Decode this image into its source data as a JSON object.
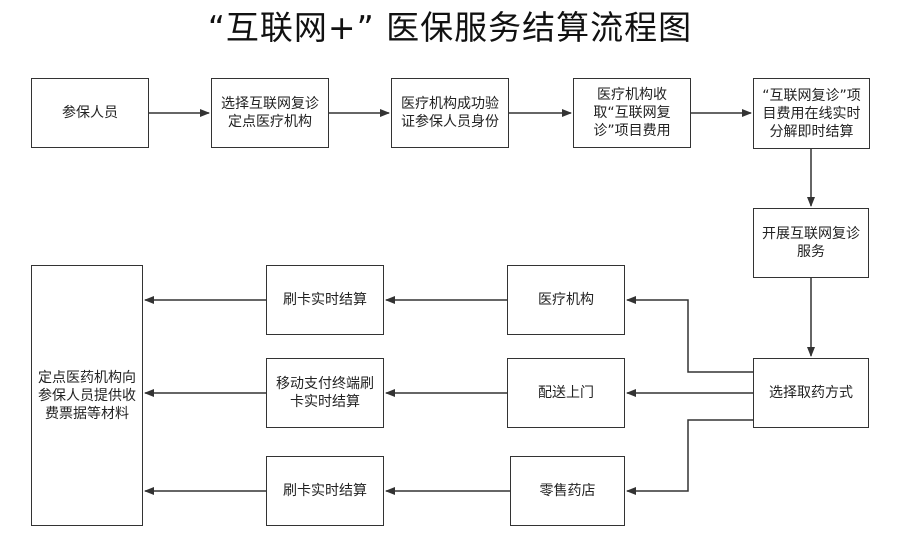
{
  "title": "“互联网+” 医保服务结算流程图",
  "nodes": {
    "insured_person": "参保人员",
    "select_institution": "选择互联网复诊定点医疗机构",
    "verify_identity": "医疗机构成功验证参保人员身份",
    "charge_fee": "医疗机构收取“互联网复诊”项目费用",
    "online_settlement": "“互联网复诊”项目费用在线实时分解即时结算",
    "start_service": "开展互联网复诊服务",
    "select_method": "选择取药方式",
    "medical_institution": "医疗机构",
    "home_delivery": "配送上门",
    "retail_pharmacy": "零售药店",
    "card_settlement_1": "刷卡实时结算",
    "mobile_payment_settlement": "移动支付终端刷卡实时结算",
    "card_settlement_2": "刷卡实时结算",
    "pharmacy_provides_receipts": "定点医药机构向参保人员提供收费票据等材料"
  }
}
